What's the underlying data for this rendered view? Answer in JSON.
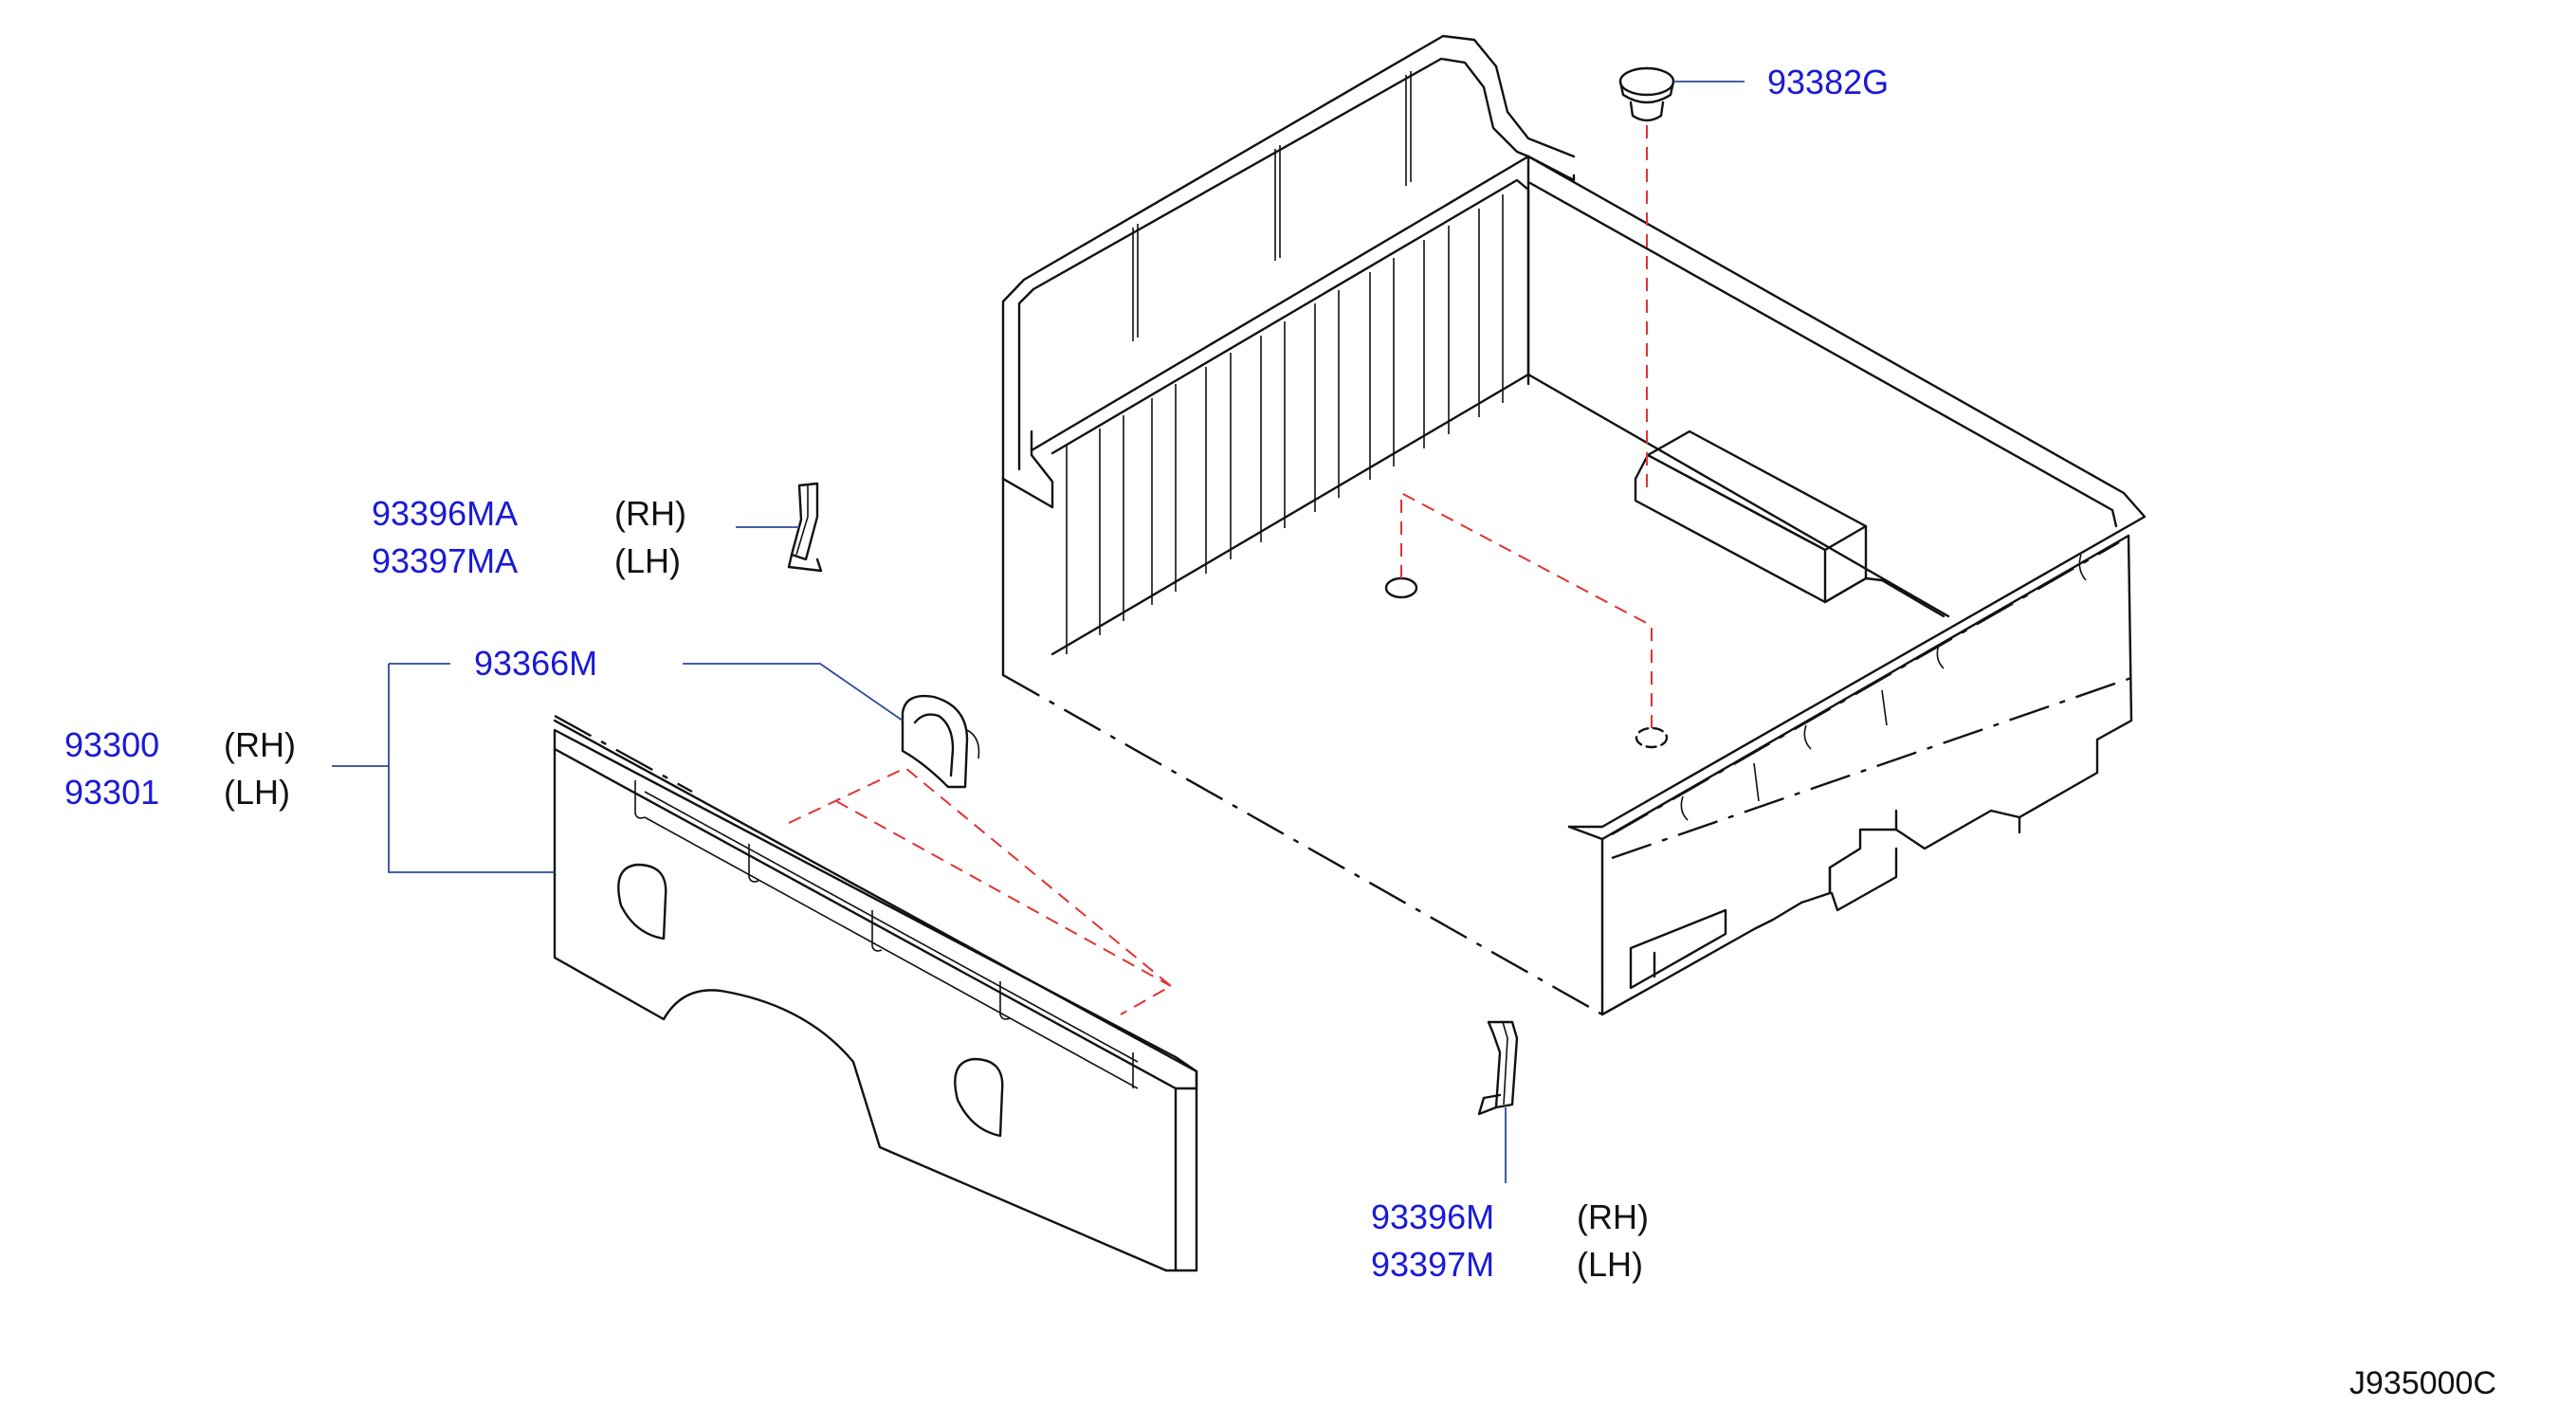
{
  "diagram": {
    "figure_code": "J935000C",
    "callouts": [
      {
        "id": "clip-rear",
        "part_number": "93382G",
        "side": ""
      },
      {
        "id": "bracket-upper-rh",
        "part_number": "93396MA",
        "side": "(RH)"
      },
      {
        "id": "bracket-upper-lh",
        "part_number": "93397MA",
        "side": "(LH)"
      },
      {
        "id": "grommet-side",
        "part_number": "93366M",
        "side": ""
      },
      {
        "id": "side-panel-rh",
        "part_number": "93300",
        "side": "(RH)"
      },
      {
        "id": "side-panel-lh",
        "part_number": "93301",
        "side": "(LH)"
      },
      {
        "id": "bracket-lower-rh",
        "part_number": "93396M",
        "side": "(RH)"
      },
      {
        "id": "bracket-lower-lh",
        "part_number": "93397M",
        "side": "(LH)"
      }
    ],
    "colors": {
      "part_number_text": "#1a1ad6",
      "leader_line": "#2b4a9a",
      "assembly_dash": "#e23232",
      "outline": "#111111"
    }
  }
}
